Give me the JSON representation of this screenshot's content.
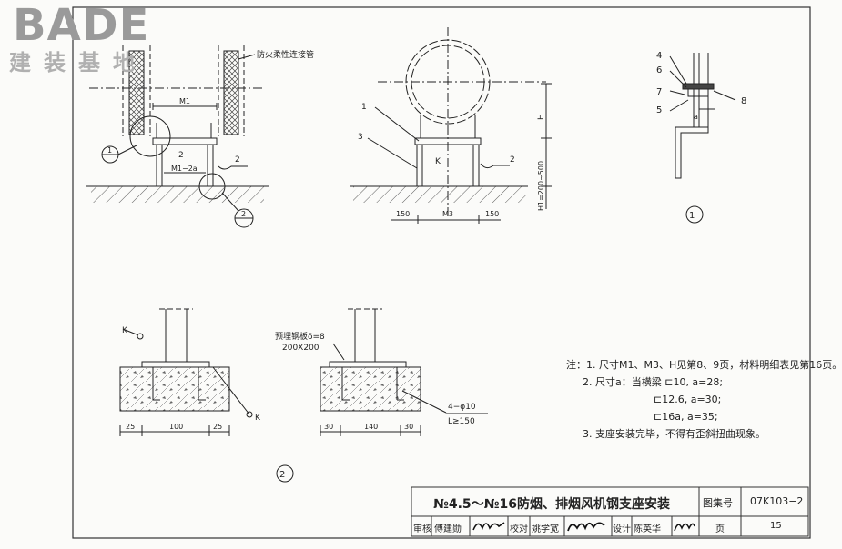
{
  "logo": {
    "brand": "BADE",
    "subtitle": "建装基地"
  },
  "labels": {
    "fire_connector": "防火柔性连接管",
    "m1": "M1",
    "m1_2a": "M1−2a",
    "m3": "M3",
    "dim150": "150",
    "h": "H",
    "h1": "H1=200~500",
    "k": "K",
    "two": "2",
    "one": "1",
    "three": "3",
    "four": "4",
    "five": "5",
    "six": "6",
    "seven": "7",
    "eight": "8",
    "a": "a",
    "circle1": "①",
    "circle2": "②",
    "embed_plate": "预埋钢板δ=8",
    "embed_size": "200X200",
    "bolts": "4−φ10",
    "bolt_len": "L≥150",
    "d25": "25",
    "d100": "100",
    "d30": "30",
    "d140": "140"
  },
  "notes": {
    "n1": "注：1. 尺寸M1、M3、H见第8、9页，材料明细表见第16页。",
    "n2": "2. 尺寸a：当横梁  ⊏10,  a=28;",
    "n2b": "⊏12.6,  a=30;",
    "n2c": "⊏16a,  a=35;",
    "n3": "3. 支座安装完毕，不得有歪斜扭曲现象。"
  },
  "title_block": {
    "title": "№4.5～№16防烟、排烟风机钢支座安装",
    "atlas_label": "图集号",
    "atlas_no": "07K103−2",
    "review": "审核",
    "reviewer": "傅建勋",
    "check": "校对",
    "checker": "姚学宽",
    "design": "设计",
    "designer": "陈英华",
    "page_label": "页",
    "page_no": "15"
  }
}
